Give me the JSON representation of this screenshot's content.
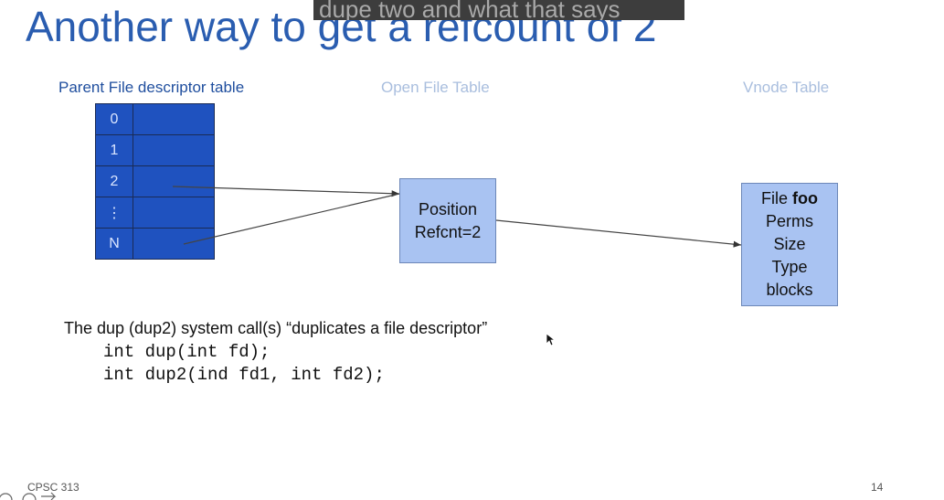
{
  "slide": {
    "title": "Another way to get a refcount of 2",
    "caption": "dupe two and what that says",
    "columns": {
      "parent": "Parent File descriptor table",
      "open": "Open File Table",
      "vnode": "Vnode Table"
    },
    "fd_rows": [
      {
        "index": "0"
      },
      {
        "index": "1"
      },
      {
        "index": "2"
      },
      {
        "index": "⋮"
      },
      {
        "index": "N"
      }
    ],
    "open_file_entry": {
      "line1": "Position",
      "line2": "Refcnt=2"
    },
    "vnode_entry": {
      "file_prefix": "File",
      "file_name": "foo",
      "lines": [
        "Perms",
        "Size",
        "Type",
        "blocks"
      ]
    },
    "description": "The dup (dup2) system call(s) “duplicates a file descriptor”",
    "code": [
      "int dup(int fd);",
      "int dup2(ind fd1, int fd2);"
    ],
    "footer_left": "CPSC 313",
    "footer_right": "14"
  },
  "colors": {
    "title": "#2a5db0",
    "fd_cell": "#1f52bf",
    "box_fill": "#a9c3f2",
    "faded_label": "#a9bede"
  }
}
